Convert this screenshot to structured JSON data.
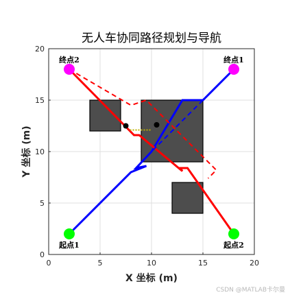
{
  "chart_data": {
    "type": "line",
    "title": "无人车协同路径规划与导航",
    "xlabel": "X 坐标 (m)",
    "ylabel": "Y 坐标 (m)",
    "xlim": [
      0,
      20
    ],
    "ylim": [
      0,
      20
    ],
    "xticks": [
      0,
      5,
      10,
      15,
      20
    ],
    "yticks": [
      0,
      5,
      10,
      15,
      20
    ],
    "grid": true,
    "obstacles": [
      {
        "x": 4,
        "y": 12,
        "w": 3,
        "h": 3
      },
      {
        "x": 9,
        "y": 9,
        "w": 6,
        "h": 6
      },
      {
        "x": 12,
        "y": 4,
        "w": 3,
        "h": 3
      }
    ],
    "series": [
      {
        "color": "#0000ff",
        "style": "solid",
        "x": [
          2,
          8,
          9.5,
          8.5,
          10,
          13,
          15,
          18
        ],
        "y": [
          2,
          8,
          8.6,
          8.4,
          10,
          15,
          15,
          18
        ]
      },
      {
        "color": "#ff0000",
        "style": "solid",
        "x": [
          2,
          8.3,
          8.8,
          13,
          12.8,
          13.5,
          18
        ],
        "y": [
          18,
          11.6,
          11.6,
          8.1,
          8.4,
          8.4,
          2
        ]
      },
      {
        "color": "#ff0000",
        "style": "dashed",
        "x": [
          2,
          8,
          9.5,
          16.3,
          15.5
        ],
        "y": [
          18,
          14.5,
          15,
          8.2,
          7.4
        ]
      },
      {
        "color": "#0000ff",
        "style": "dashed",
        "x": [
          9,
          15,
          18
        ],
        "y": [
          9,
          15,
          18
        ]
      }
    ],
    "start_points": [
      {
        "label": "起点1",
        "x": 2,
        "y": 2,
        "color": "#00ff00"
      },
      {
        "label": "起点2",
        "x": 18,
        "y": 2,
        "color": "#00ff00"
      }
    ],
    "goal_points": [
      {
        "label": "终点1",
        "x": 18,
        "y": 18,
        "color": "#ff00ff"
      },
      {
        "label": "终点2",
        "x": 2,
        "y": 18,
        "color": "#ff00ff"
      }
    ],
    "vehicles": [
      {
        "x": 7.5,
        "y": 12.5
      },
      {
        "x": 10.5,
        "y": 12.6
      }
    ],
    "link": {
      "x": [
        7.9,
        9.9
      ],
      "y": [
        12.1,
        12.1
      ],
      "color": "#bdb000"
    },
    "watermark": "CSDN @MATLAB卡尔曼"
  }
}
